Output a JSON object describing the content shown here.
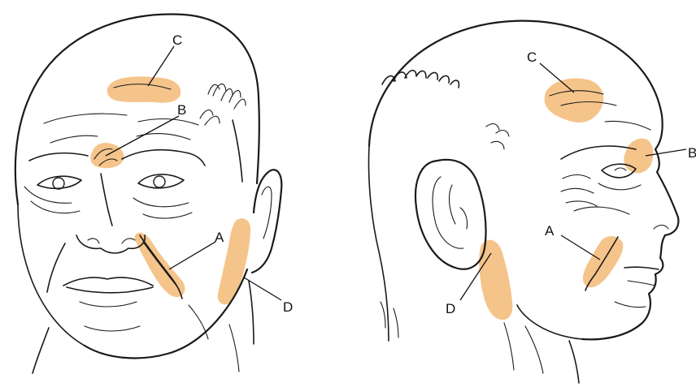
{
  "highlight_color": "#f5c48a",
  "ink_color": "#1a1a1a",
  "front_view": {
    "labels": {
      "a": "A",
      "b": "B",
      "c": "C",
      "d": "D"
    }
  },
  "profile_view": {
    "labels": {
      "a": "A",
      "b": "B",
      "c": "C",
      "d": "D"
    }
  }
}
